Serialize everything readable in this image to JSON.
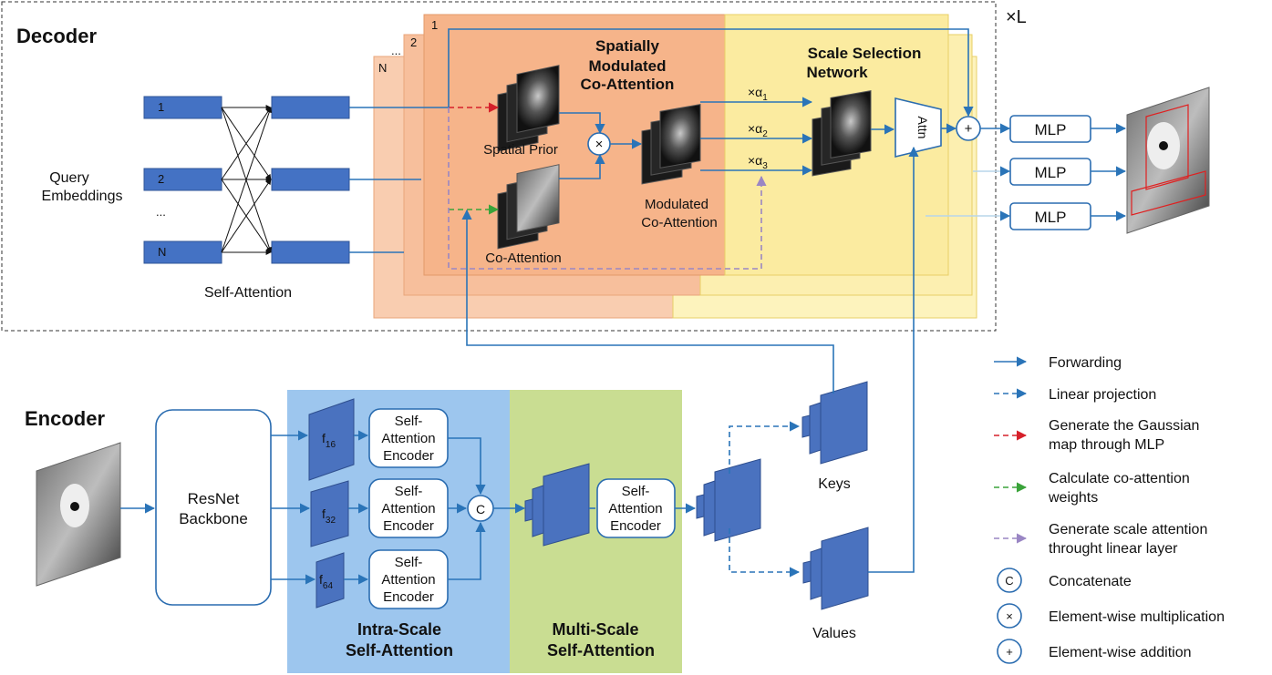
{
  "decoder": {
    "title": "Decoder",
    "repeat_label": "×L",
    "query_label_line1": "Query",
    "query_label_line2": "Embeddings",
    "query_items": [
      "1",
      "2",
      "...",
      "N"
    ],
    "self_attention_label": "Self-Attention",
    "stack_labels": [
      "1",
      "2",
      "...",
      "N"
    ],
    "smca_title_line1": "Spatially",
    "smca_title_line2": "Modulated",
    "smca_title_line3": "Co-Attention",
    "spatial_prior_label": "Spatial Prior",
    "co_attention_label": "Co-Attention",
    "modulated_label_line1": "Modulated",
    "modulated_label_line2": "Co-Attention",
    "ssn_title_line1": "Scale Selection",
    "ssn_title_line2": "Network",
    "alpha_labels": [
      "×α",
      "×α",
      "×α"
    ],
    "alpha_subscripts": [
      "1",
      "2",
      "3"
    ],
    "attn_label": "Attn",
    "mlp_labels": [
      "MLP",
      "MLP",
      "MLP"
    ],
    "multiply_symbol": "×",
    "add_symbol": "+"
  },
  "encoder": {
    "title": "Encoder",
    "backbone_line1": "ResNet",
    "backbone_line2": "Backbone",
    "feature_labels": [
      "f",
      "f",
      "f"
    ],
    "feature_subscripts": [
      "16",
      "32",
      "64"
    ],
    "sae_line1": "Self-",
    "sae_line2": "Attention",
    "sae_line3": "Encoder",
    "concat_symbol": "C",
    "intra_title_line1": "Intra-Scale",
    "intra_title_line2": "Self-Attention",
    "multi_title_line1": "Multi-Scale",
    "multi_title_line2": "Self-Attention",
    "keys_label": "Keys",
    "values_label": "Values"
  },
  "legend": [
    {
      "symbol": "forward-arrow",
      "label_lines": [
        "Forwarding"
      ]
    },
    {
      "symbol": "blue-dashed-arrow",
      "label_lines": [
        "Linear projection"
      ]
    },
    {
      "symbol": "red-dashed-arrow",
      "label_lines": [
        "Generate the Gaussian",
        "map through MLP"
      ]
    },
    {
      "symbol": "green-dashed-arrow",
      "label_lines": [
        "Calculate co-attention",
        "weights"
      ]
    },
    {
      "symbol": "purple-dashed-arrow",
      "label_lines": [
        "Generate scale attention",
        "throught linear layer"
      ]
    },
    {
      "symbol": "C",
      "label_lines": [
        "Concatenate"
      ]
    },
    {
      "symbol": "×",
      "label_lines": [
        "Element-wise multiplication"
      ]
    },
    {
      "symbol": "+",
      "label_lines": [
        "Element-wise addition"
      ]
    }
  ],
  "colors": {
    "forward": "#2a74b8",
    "red_dash": "#d6202a",
    "green_dash": "#3aa33a",
    "purple_dash": "#9a86c4",
    "orange_panel": "#f6b48a",
    "yellow_panel": "#fbf0a6",
    "intra_bg": "#9dc6ee",
    "multi_bg": "#c9dd92",
    "feature_blue": "#4a72bf"
  }
}
